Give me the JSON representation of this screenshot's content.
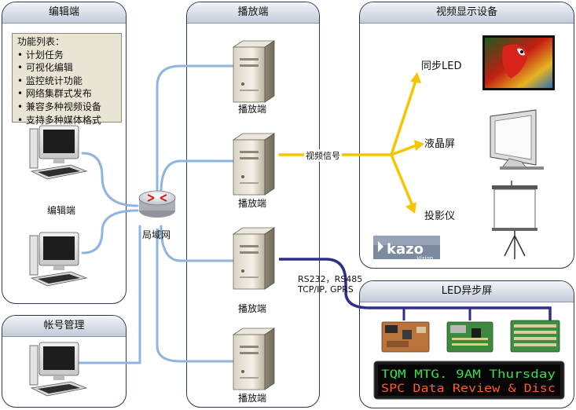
{
  "panels": {
    "editor": "编辑端",
    "player": "播放端",
    "display": "视频显示设备",
    "account": "帐号管理",
    "led_async": "LED异步屏"
  },
  "features": {
    "heading": "功能列表：",
    "items": [
      "计划任务",
      "可视化编辑",
      "监控统计功能",
      "网络集群式发布",
      "兼容多种视频设备",
      "支持多种媒体格式"
    ]
  },
  "labels": {
    "editor_pc": "编辑端",
    "lan": "局域网",
    "player1": "播放端",
    "player2": "播放端",
    "player3": "播放端",
    "player4": "播放端",
    "video_signal": "视频信号",
    "sync_led": "同步LED",
    "lcd": "液晶屏",
    "projector": "投影仪",
    "serial_line1": "RS232，RS485",
    "serial_line2": "TCP/IP, GPRS"
  },
  "logo": {
    "brand": "kazo",
    "sub": "Vision"
  },
  "led_sign": {
    "line1": "TQM MTG. 9AM Thursday",
    "line2": "SPC Data Review & Disc"
  },
  "colors": {
    "lan_line": "#8fb4df",
    "video_line": "#f6c400",
    "serial_line": "#2e2e8c",
    "panel_border": "#2b3a52",
    "led_green": "#38e04a",
    "led_red": "#ff5a2a"
  }
}
